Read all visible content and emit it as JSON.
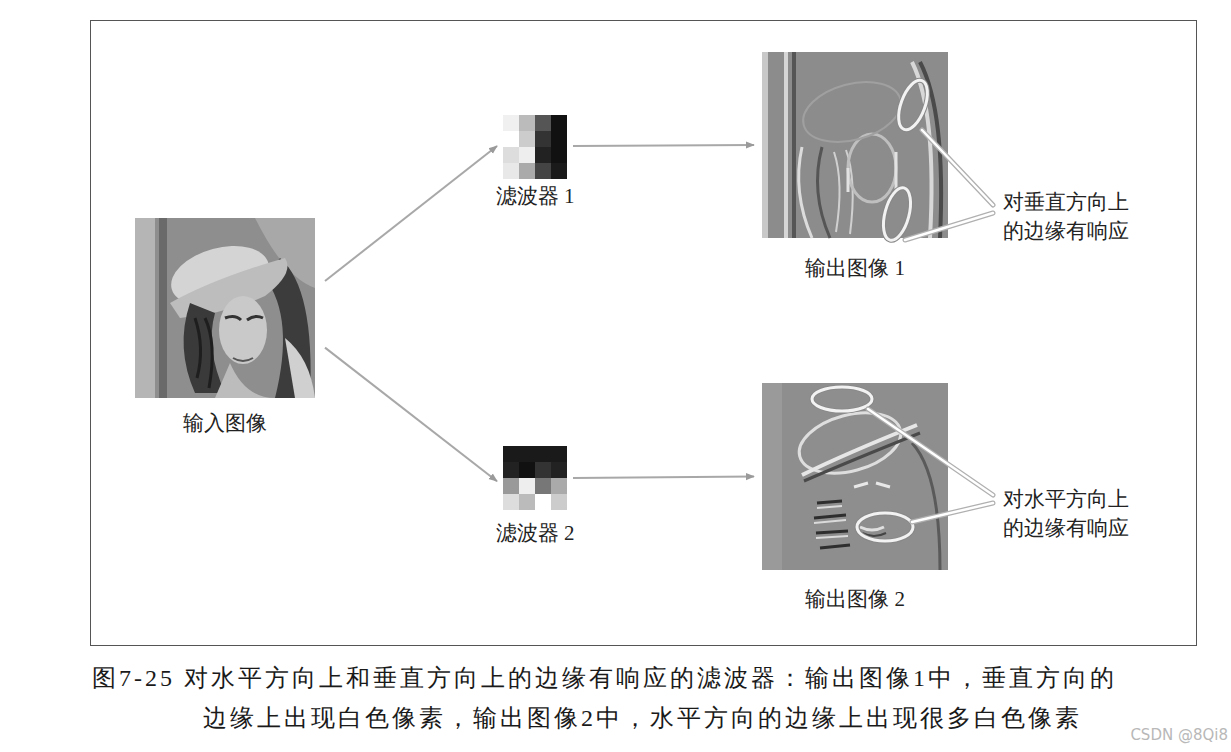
{
  "diagram": {
    "caption": "图7-25 对水平方向上和垂直方向上的边缘有响应的滤波器：输出图像1中，垂直方向的 边缘上出现白色像素，输出图像2中，水平方向的边缘上出现很多白色像素",
    "nodes": [
      {
        "text": [
          "输入图像"
        ]
      },
      {
        "text": [
          "滤波器 1"
        ]
      },
      {
        "text": [
          "滤波器 2"
        ]
      },
      {
        "text": [
          "输出图像 1"
        ]
      },
      {
        "text": [
          "输出图像 2"
        ]
      }
    ],
    "edges": [
      {
        "from": 0,
        "to": 1,
        "arrow": "to"
      },
      {
        "from": 0,
        "to": 2,
        "arrow": "to"
      },
      {
        "from": 1,
        "to": 3,
        "arrow": "to"
      },
      {
        "from": 2,
        "to": 4,
        "arrow": "to"
      }
    ],
    "labels": [
      "对垂直方向上 的边缘有响应",
      "对水平方向上 的边缘有响应",
      "CSDN @8Qi8"
    ]
  }
}
